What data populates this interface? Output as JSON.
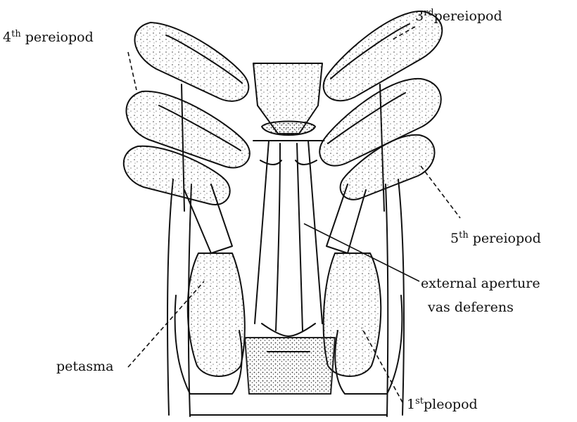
{
  "labels": {
    "p4_num": "4",
    "p4_sup": "th",
    "p4_word": "pereiopod",
    "p3_num": "3",
    "p3_sup": "rd",
    "p3_word": "pereiopod",
    "p5_num": "5",
    "p5_sup": "th",
    "p5_word": "pereiopod",
    "aperture_line1": "external aperture",
    "aperture_line2": "vas deferens",
    "petasma": "petasma",
    "pl1_num": "1",
    "pl1_sup": "st",
    "pl1_word": "pleopod"
  },
  "colors": {
    "ink": "#111111",
    "paper": "#ffffff",
    "stipple": "#555555"
  }
}
